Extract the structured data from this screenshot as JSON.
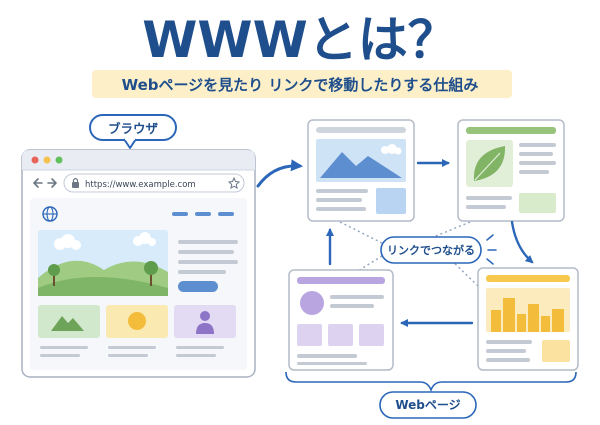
{
  "header": {
    "title": "WWWとは？",
    "subtitle": "Webページを見たり リンクで移動したりする仕組み"
  },
  "browser": {
    "label": "ブラウザ",
    "url": "https://www.example.com"
  },
  "link_label": "リンクでつながる",
  "pages_label": "Webページ",
  "colors": {
    "navy": "#1f4e8c",
    "blue": "#2b66b8",
    "highlight": "#fdf0c8",
    "green": "#97c47a",
    "yellow": "#f6c94e",
    "purple": "#b9a6e0",
    "frame": "#b4bcc8"
  }
}
